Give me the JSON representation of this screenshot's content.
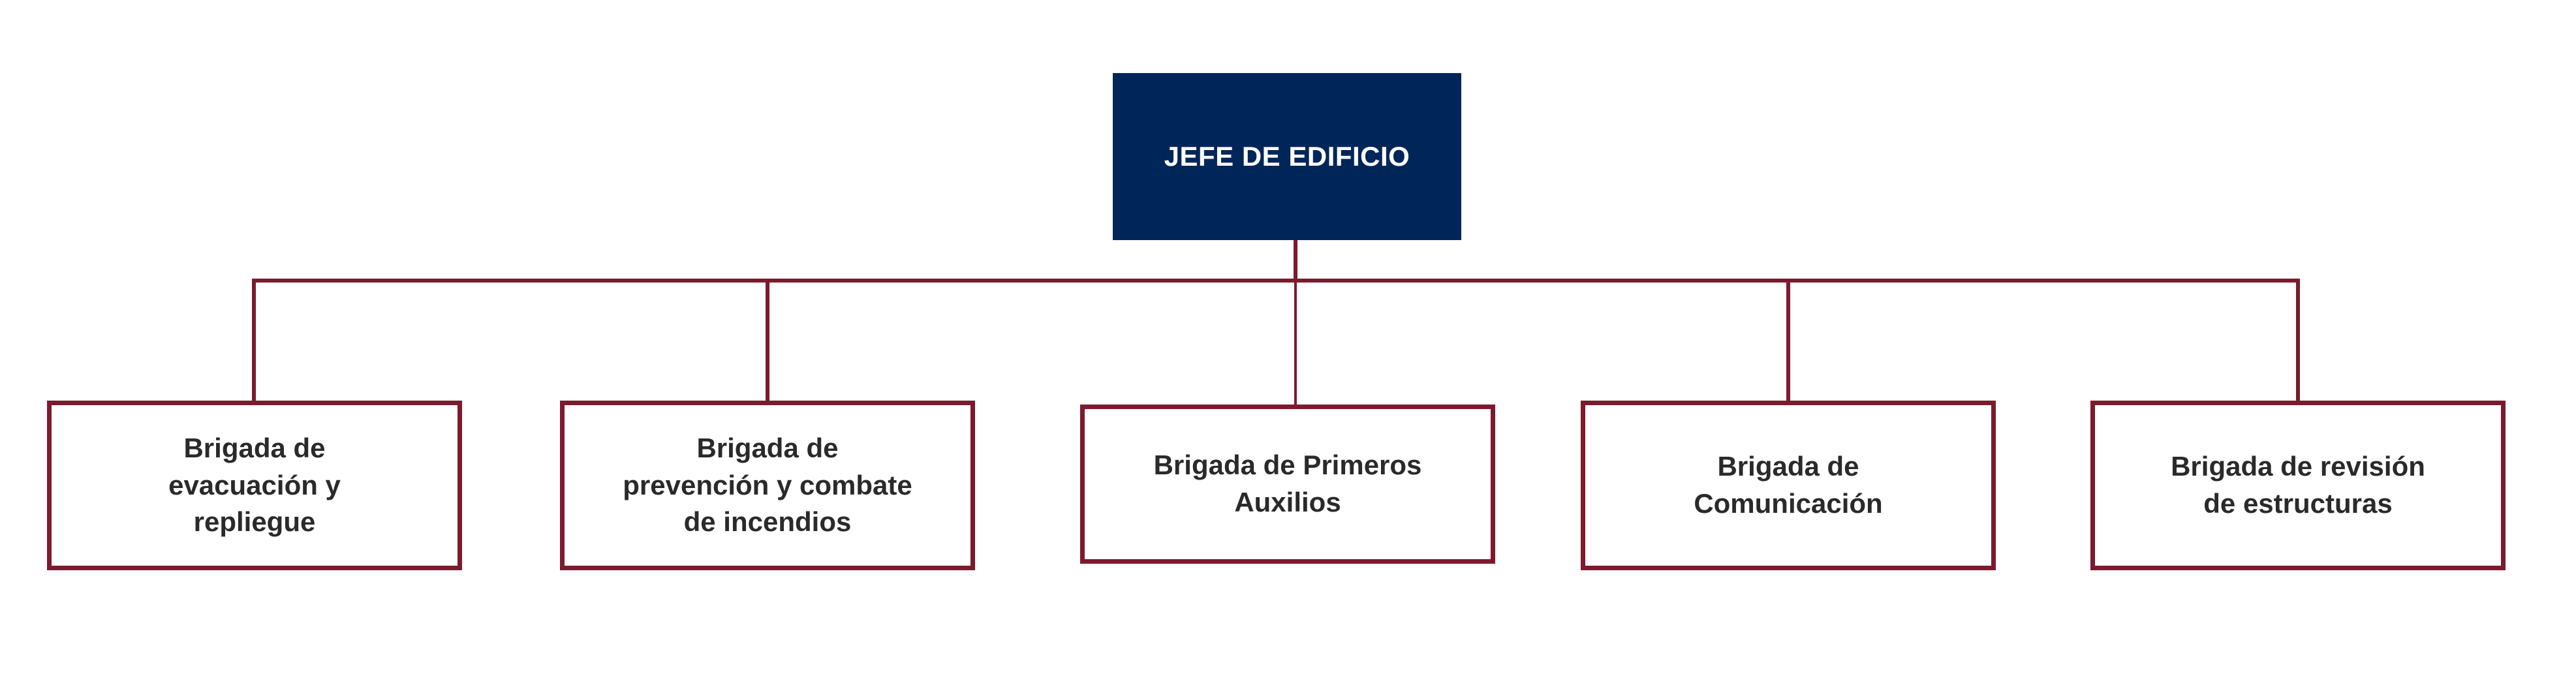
{
  "chart": {
    "root": {
      "label": "JEFE DE EDIFICIO"
    },
    "children": [
      {
        "label": "Brigada de\nevacuación y\nrepliegue"
      },
      {
        "label": "Brigada de\nprevención y combate\nde incendios"
      },
      {
        "label": "Brigada de Primeros\nAuxilios"
      },
      {
        "label": "Brigada de\nComunicación"
      },
      {
        "label": "Brigada de revisión\nde estructuras"
      }
    ]
  },
  "colors": {
    "root_fill": "#002659",
    "root_text": "#ffffff",
    "connector": "#7d1a2e",
    "child_border": "#7d1a2e",
    "child_text": "#2a2a2a"
  }
}
